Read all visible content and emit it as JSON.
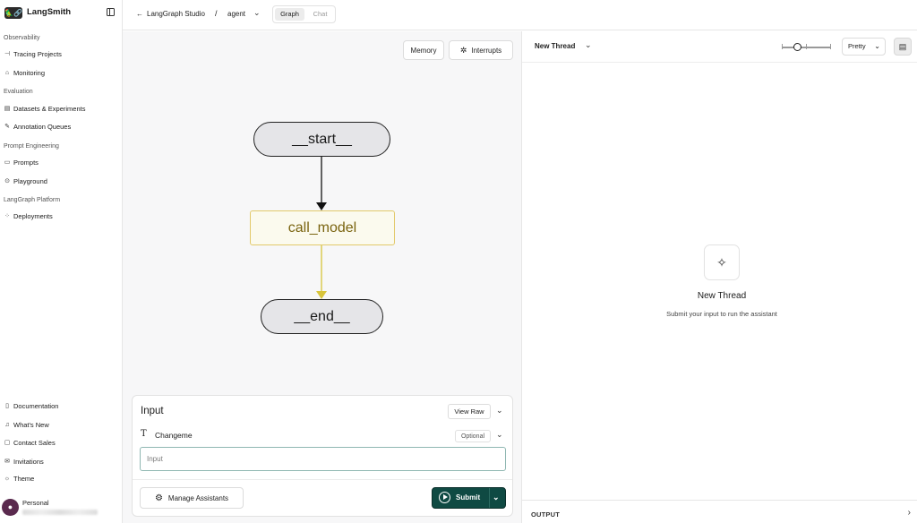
{
  "brand": {
    "logo_mark": "🦜🔗",
    "name": "LangSmith"
  },
  "sidebar": {
    "sections": [
      {
        "title": "Observability",
        "items": [
          {
            "label": "Tracing Projects",
            "icon": "tracing-icon"
          },
          {
            "label": "Monitoring",
            "icon": "monitoring-icon"
          }
        ]
      },
      {
        "title": "Evaluation",
        "items": [
          {
            "label": "Datasets & Experiments",
            "icon": "datasets-icon"
          },
          {
            "label": "Annotation Queues",
            "icon": "annotation-icon"
          }
        ]
      },
      {
        "title": "Prompt Engineering",
        "items": [
          {
            "label": "Prompts",
            "icon": "prompts-icon"
          },
          {
            "label": "Playground",
            "icon": "playground-icon"
          }
        ]
      },
      {
        "title": "LangGraph Platform",
        "items": [
          {
            "label": "Deployments",
            "icon": "deployments-icon"
          }
        ]
      }
    ],
    "bottom": [
      {
        "label": "Documentation",
        "icon": "documentation-icon"
      },
      {
        "label": "What's New",
        "icon": "bell-icon"
      },
      {
        "label": "Contact Sales",
        "icon": "chat-icon"
      },
      {
        "label": "Invitations",
        "icon": "mail-icon"
      },
      {
        "label": "Theme",
        "icon": "sun-icon"
      }
    ],
    "profile": {
      "name": "Personal"
    }
  },
  "topbar": {
    "back_icon": "←",
    "breadcrumb_app": "LangGraph Studio",
    "separator": "/",
    "breadcrumb_graph": "agent",
    "tabs": [
      {
        "label": "Graph",
        "active": true
      },
      {
        "label": "Chat",
        "active": false
      }
    ]
  },
  "canvas": {
    "memory_label": "Memory",
    "interrupts_label": "Interrupts",
    "nodes": {
      "start": "__start__",
      "model": "call_model",
      "end": "__end__"
    },
    "edge_colors": {
      "start_to_model": "#111111",
      "model_to_end": "#d8c43a"
    }
  },
  "input_panel": {
    "title": "Input",
    "view_raw_label": "View Raw",
    "field_name": "Changeme",
    "optional_label": "Optional",
    "placeholder": "Input",
    "manage_label": "Manage Assistants",
    "submit_label": "Submit"
  },
  "right_panel": {
    "thread_label": "New Thread",
    "format_label": "Pretty",
    "empty_title": "New Thread",
    "empty_subtitle": "Submit your input to run the assistant",
    "output_label": "OUTPUT"
  },
  "colors": {
    "accent": "#0f4a43",
    "node_highlight": "#e2c96a"
  }
}
